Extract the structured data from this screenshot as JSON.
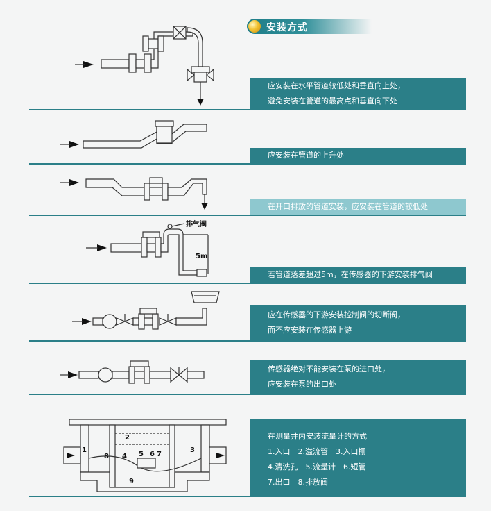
{
  "header": {
    "title": "安装方式"
  },
  "rows": [
    {
      "lines": [
        "应安装在水平管道较低处和垂直向上处，",
        "避免安装在管道的最高点和垂直向下处"
      ]
    },
    {
      "lines": [
        "应安装在管道的上升处"
      ]
    },
    {
      "lines": [
        "在开口排放的管道安装，应安装在管道的较低处"
      ]
    },
    {
      "lines": [
        "若管道落差超过5m，在传感器的下游安装排气阀"
      ]
    },
    {
      "lines": [
        "应在传感器的下游安装控制阀的切断阀，",
        "而不应安装在传感器上游"
      ]
    },
    {
      "lines": [
        "传感器绝对不能安装在泵的进口处，",
        "应安装在泵的出口处"
      ]
    },
    {
      "lines": [
        "在测量井内安装流量计的方式",
        "1.入口　2.溢流管　3.入口栅",
        "4.清洗孔　5.流量计　6.短管",
        "7.出口　8.排放阀"
      ]
    }
  ],
  "diagram_labels": {
    "air_valve": "排气阀",
    "height": "5m",
    "well_numbers": [
      "1",
      "2",
      "3",
      "4",
      "5",
      "6",
      "7",
      "8",
      "9"
    ]
  },
  "colors": {
    "accent": "#2b7f88",
    "accent_light": "#8ec8cf",
    "background": "#f4f5f5"
  }
}
